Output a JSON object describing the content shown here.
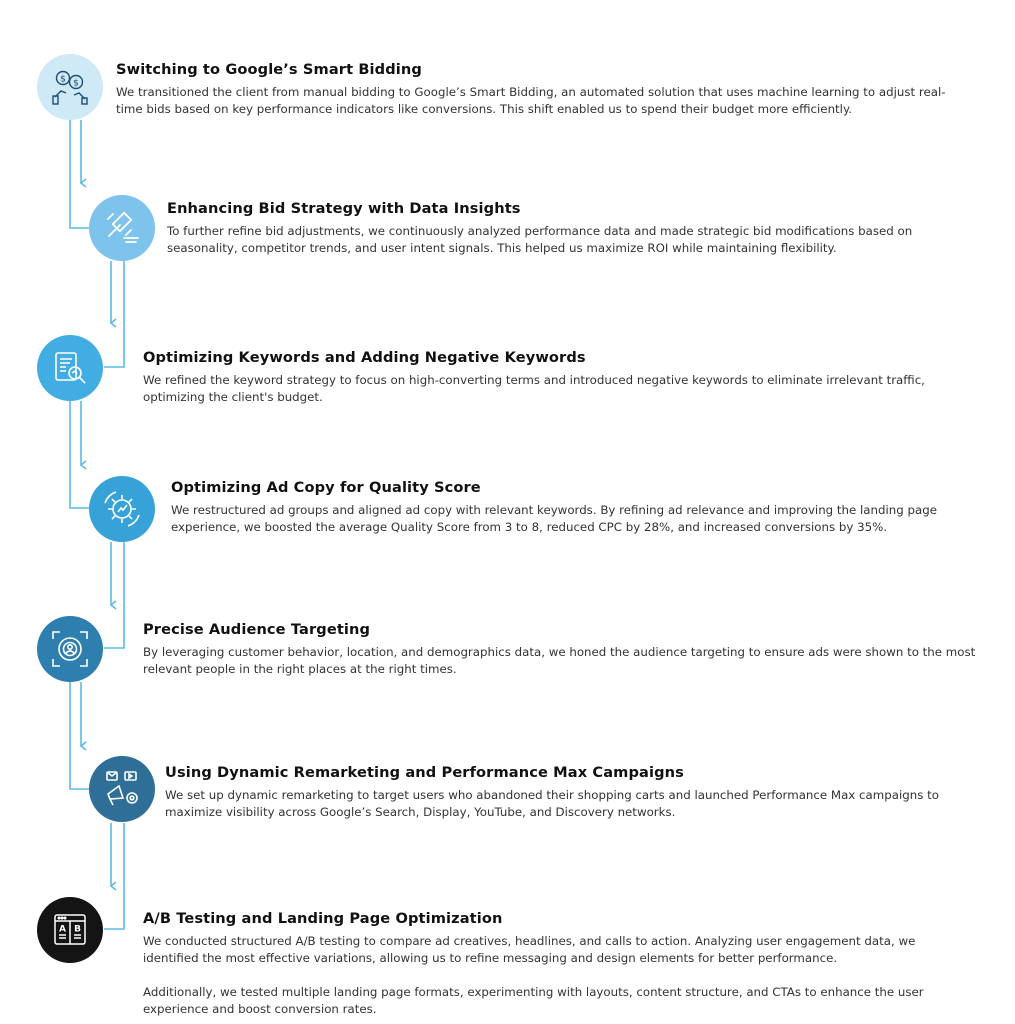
{
  "steps": [
    {
      "icon": "money-hands-icon",
      "color": "#cfe9f7",
      "title": "Switching to Google’s Smart Bidding",
      "paragraphs": [
        "We transitioned the client from manual bidding to Google’s Smart Bidding, an automated solution that uses machine learning to adjust real-time bids based on key performance indicators like conversions. This shift enabled us to spend their budget more efficiently."
      ]
    },
    {
      "icon": "gavel-icon",
      "color": "#7ec3ec",
      "title": "Enhancing Bid Strategy with Data Insights",
      "paragraphs": [
        "To further refine bid adjustments, we continuously analyzed performance data and made strategic bid modifications based on seasonality, competitor trends, and user intent signals. This helped us maximize ROI while maintaining flexibility."
      ]
    },
    {
      "icon": "keyword-search-icon",
      "color": "#41ade3",
      "title": "Optimizing Keywords and Adding Negative Keywords",
      "paragraphs": [
        "We refined the keyword strategy to focus on high-converting terms and introduced negative keywords to eliminate irrelevant traffic, optimizing the client's budget."
      ]
    },
    {
      "icon": "quality-gear-icon",
      "color": "#36a2d8",
      "title": "Optimizing Ad Copy for Quality Score",
      "paragraphs": [
        "We restructured ad groups and aligned ad copy with relevant keywords. By refining ad relevance and improving the landing page experience, we boosted the average Quality Score from 3 to 8, reduced CPC by 28%, and increased conversions by 35%."
      ]
    },
    {
      "icon": "audience-target-icon",
      "color": "#2e7fae",
      "title": "Precise Audience Targeting",
      "paragraphs": [
        "By leveraging customer behavior, location, and demographics data, we honed the audience targeting to ensure ads were shown to the most relevant people in the right places at the right times."
      ]
    },
    {
      "icon": "megaphone-icon",
      "color": "#2f6e97",
      "title": "Using Dynamic Remarketing and Performance Max Campaigns",
      "paragraphs": [
        "We set up dynamic remarketing to target users who abandoned their shopping carts and launched Performance Max campaigns to maximize visibility across Google’s Search, Display, YouTube, and Discovery networks."
      ]
    },
    {
      "icon": "ab-test-icon",
      "color": "#141414",
      "title": "A/B Testing and Landing Page Optimization",
      "paragraphs": [
        "We conducted structured A/B testing to compare ad creatives, headlines, and calls to action. Analyzing user engagement data, we identified the most effective variations, allowing us to refine messaging and design elements for better performance.",
        "Additionally, we tested multiple landing page formats, experimenting with layouts, content structure, and CTAs to enhance the user experience and boost conversion rates."
      ]
    }
  ],
  "ab_icon_letters": [
    "A",
    "B"
  ]
}
